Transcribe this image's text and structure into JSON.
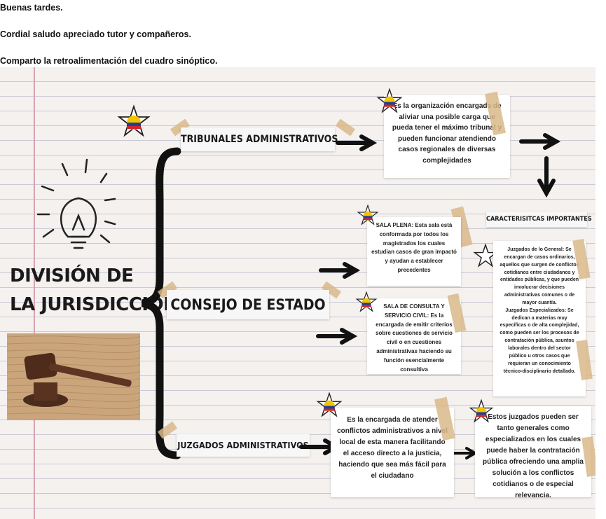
{
  "post": {
    "greeting": "Buenas tardes.",
    "salutation": "Cordial saludo apreciado tutor y compañeros.",
    "intro": "Comparto la retroalimentación del cuadro sinóptico."
  },
  "diagram": {
    "main_title_line1": "DIVISIÓN DE",
    "main_title_line2": "LA JURISDICCIÓN",
    "branches": {
      "tribunales": "TRIBUNALES ADMINISTRATIVOS",
      "consejo": "CONSEJO DE ESTADO",
      "juzgados": "JUZGADOS ADMINISTRATIVOS"
    },
    "notes": {
      "tribunales_desc": "Es la organización encargada de aliviar una posible carga que pueda tener el máximo tribunal y pueden funcionar atendiendo casos regionales de diversas complejidades",
      "caracteristicas_title": "CARACTERISITCAS IMPORTANTES",
      "juzgados_general": "Juzgados de lo General: Se encargan de casos ordinarios, aquellos que surgen de conflictos cotidianos entre ciudadanos y entidades públicas, y que pueden involucrar decisiones administrativas comunes o de mayor cuantía.",
      "juzgados_especializados": "Juzgados Especializados: Se dedican a materias muy específicas o de alta complejidad, como pueden ser los procesos de contratación pública, asuntos laborales dentro del sector público u otros casos que requieran un conocimiento técnico-disciplinario detallado.",
      "sala_plena": "SALA PLENA: Esta sala está conformada por todos los magistrados los cuales estudian casos de gran impactó y ayudan a establecer precedentes",
      "sala_consulta": "SALA DE CONSULTA Y SERVICIO CIVIL: Es la encargada de emitir criterios sobre cuestiones de servicio civil o en cuestiones administrativas haciendo su función esencialmente consultiva",
      "juzgados_desc": "Es la encargada de atender conflictos administrativos a nivel local de esta manera facilitando el acceso directo a la justicia, haciendo que sea más fácil para el ciudadano",
      "juzgados_tipos": "Estos juzgados pueden ser tanto generales como especializados en los cuales puede haber la contratación pública ofreciendo una amplia solución a los conflictos cotidianos o de especial relevancia."
    },
    "icons": [
      "colombia-flag-star-icon",
      "lightbulb-icon",
      "gavel-photo",
      "brace-icon",
      "arrow-icon",
      "sparkle-star-icon"
    ],
    "colors": {
      "flag_yellow": "#f5c400",
      "flag_blue": "#1d3f9a",
      "flag_red": "#d4232a",
      "tape": "#d9b98a",
      "margin_line": "#d8a3b3"
    }
  }
}
